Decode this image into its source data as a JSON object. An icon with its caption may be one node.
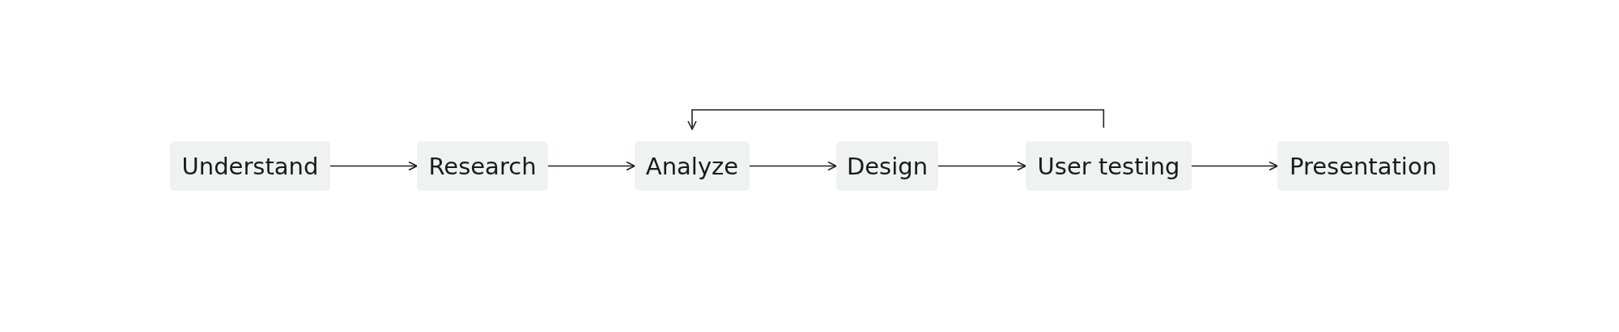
{
  "diagram": {
    "nodes": [
      {
        "text": [
          "Understand"
        ]
      },
      {
        "text": [
          "Research"
        ]
      },
      {
        "text": [
          "Analyze"
        ]
      },
      {
        "text": [
          "Design"
        ]
      },
      {
        "text": [
          "User testing"
        ]
      },
      {
        "text": [
          "Presentation"
        ]
      }
    ],
    "edges": [
      {
        "from": 0,
        "to": 1,
        "arrow": "to"
      },
      {
        "from": 1,
        "to": 2,
        "arrow": "to"
      },
      {
        "from": 2,
        "to": 3,
        "arrow": "to"
      },
      {
        "from": 3,
        "to": 4,
        "arrow": "to"
      },
      {
        "from": 4,
        "to": 5,
        "arrow": "to"
      },
      {
        "from": 4,
        "to": 2,
        "arrow": "to"
      }
    ]
  }
}
